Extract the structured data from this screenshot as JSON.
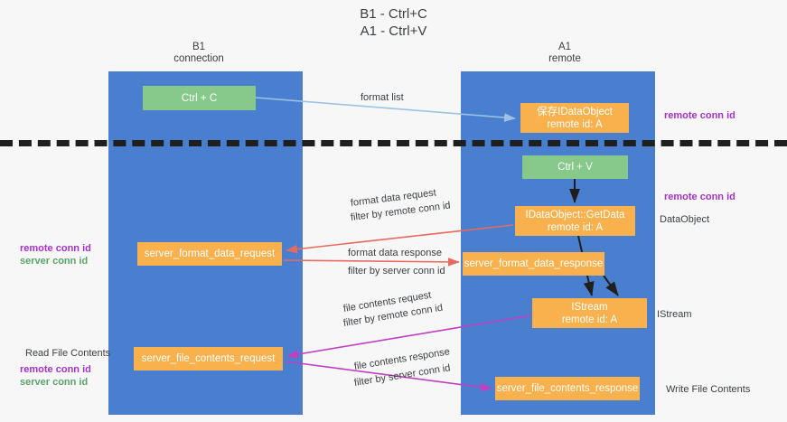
{
  "title": {
    "line1": "B1 - Ctrl+C",
    "line2": "A1 - Ctrl+V"
  },
  "columns": {
    "left": {
      "name": "B1",
      "role": "connection"
    },
    "right": {
      "name": "A1",
      "role": "remote"
    }
  },
  "colors": {
    "lane": "#4a7fd0",
    "green_node": "#86c98a",
    "orange_node": "#f9b14d",
    "remote_conn_id": "#a333c8",
    "server_conn_id": "#5aa469",
    "blue_arrow": "#9cc3e5",
    "black_arrow": "#1f1f1f",
    "red_arrow": "#e8695e",
    "magenta_arrow": "#c13fc1",
    "divider": "#1f1f1f",
    "background": "#f7f7f7"
  },
  "nodes": {
    "ctrl_c": {
      "label": "Ctrl + C",
      "kind": "green"
    },
    "idataobject": {
      "line1": "保存IDataObject",
      "line2": "remote id: A",
      "kind": "orange"
    },
    "ctrl_v": {
      "label": "Ctrl + V",
      "kind": "green"
    },
    "getdata": {
      "line1": "IDataObject::GetData",
      "line2": "remote id: A",
      "kind": "orange"
    },
    "server_format_data_request": {
      "label": "server_format_data_request",
      "kind": "orange"
    },
    "server_format_data_response": {
      "label": "server_format_data_response",
      "kind": "orange"
    },
    "istream": {
      "line1": "IStream",
      "line2": "remote id: A",
      "kind": "orange"
    },
    "server_file_contents_request": {
      "label": "server_file_contents_request",
      "kind": "orange"
    },
    "server_file_contents_response": {
      "label": "server_file_contents_response",
      "kind": "orange"
    }
  },
  "edge_labels": {
    "format_list": "format list",
    "format_data_request": {
      "line1": "format data request",
      "prefix": "filter by ",
      "key": "remote conn id"
    },
    "format_data_response": {
      "line1": "format data response",
      "prefix": "filter by ",
      "key": "server conn id"
    },
    "file_contents_request": {
      "line1": "file contents request",
      "prefix": "filter by ",
      "key": "remote conn id"
    },
    "file_contents_response": {
      "line1": "file contents response",
      "prefix": "filter by ",
      "key": "server conn id"
    }
  },
  "side_labels": {
    "remote_conn_id_top": "remote conn id",
    "remote_conn_id_mid": "remote conn id",
    "dataobject": "DataObject",
    "istream": "IStream",
    "write_file_contents": "Write File Contents",
    "read_file_contents": "Read File Contents",
    "left_mid": {
      "remote": "remote conn id",
      "server": "server conn id"
    },
    "left_low": {
      "remote": "remote conn id",
      "server": "server conn id"
    }
  }
}
